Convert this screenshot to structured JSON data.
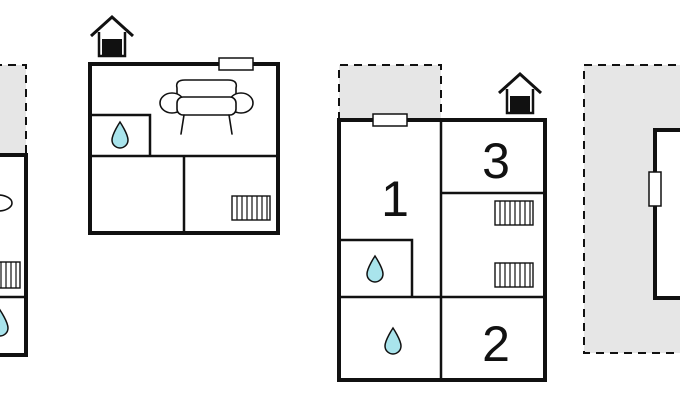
{
  "colors": {
    "wall": "#111111",
    "outdoor_area_fill": "#e6e6e6",
    "water_drop": "#a9e4ec",
    "background": "#ffffff"
  },
  "icons": {
    "entrance": "house-entrance-icon",
    "sofa": "sofa-icon",
    "bathroom": "water-drop-icon",
    "radiator": "radiator-icon",
    "window": "window-icon"
  },
  "rooms": {
    "room_1": "1",
    "room_2": "2",
    "room_3": "3"
  }
}
